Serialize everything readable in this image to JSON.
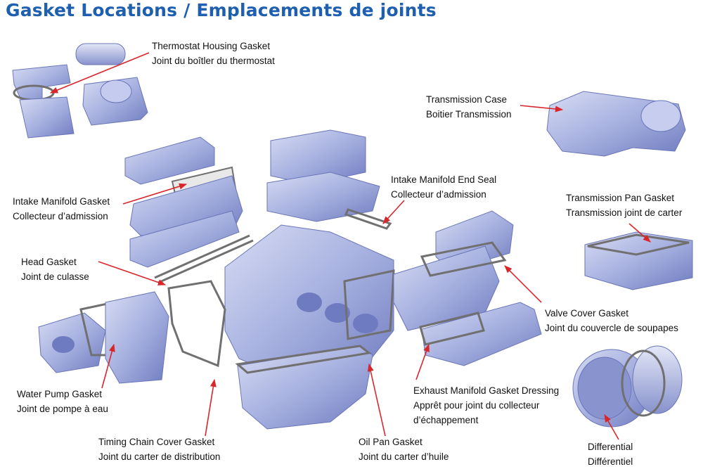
{
  "title": "Gasket Locations / Emplacements de joints",
  "colors": {
    "title": "#1f5fb0",
    "arrow": "#d9262b",
    "part_fill": "#a9b3e0",
    "part_shadow": "#6a76b8",
    "gasket": "#707070"
  },
  "labels": {
    "thermostat": {
      "en": "Thermostat Housing Gasket",
      "fr": "Joint du boîtler du thermostat"
    },
    "transmission_case": {
      "en": "Transmission Case",
      "fr": "Boitier Transmission"
    },
    "intake_end_seal": {
      "en": "Intake Manifold End Seal",
      "fr": "Collecteur d’admission"
    },
    "intake_gasket": {
      "en": "Intake Manifold Gasket",
      "fr": "Collecteur d’admission"
    },
    "transmission_pan": {
      "en": "Transmission Pan Gasket",
      "fr": "Transmission joint de carter"
    },
    "head_gasket": {
      "en": "Head Gasket",
      "fr": "Joint de culasse"
    },
    "valve_cover": {
      "en": "Valve Cover Gasket",
      "fr": "Joint du couvercle de soupapes"
    },
    "water_pump": {
      "en": "Water Pump Gasket",
      "fr": "Joint de pompe à eau"
    },
    "exhaust": {
      "en": "Exhaust Manifold Gasket Dressing",
      "fr": "Apprêt pour joint du collecteur",
      "fr2": "d’échappement"
    },
    "timing_chain": {
      "en": "Timing Chain Cover Gasket",
      "fr": "Joint du carter de distribution"
    },
    "oil_pan": {
      "en": "Oil Pan Gasket",
      "fr": "Joint du carter d’huile"
    },
    "differential": {
      "en": "Differential",
      "fr": "Différentiel"
    }
  }
}
